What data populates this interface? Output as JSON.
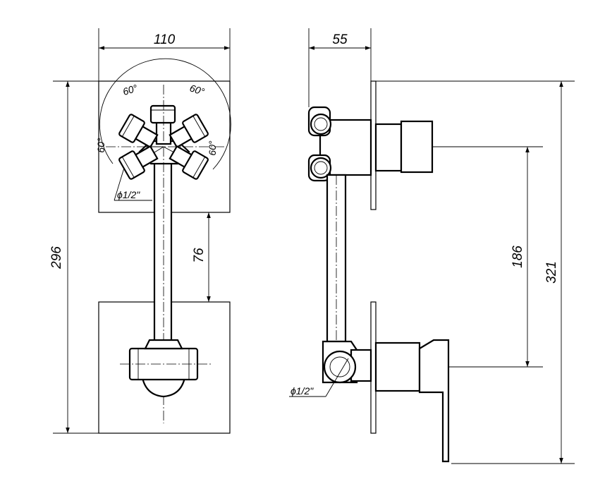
{
  "dimensions": {
    "front_width": "110",
    "side_depth": "55",
    "total_height": "296",
    "gap_height": "76",
    "outlet_spacing": "186",
    "overall_height": "321"
  },
  "angles": {
    "top_left": "60°",
    "top_right": "60°",
    "left": "60°",
    "right": "60°"
  },
  "threads": {
    "front": "ϕ1/2\"",
    "side": "ϕ1/2\""
  }
}
